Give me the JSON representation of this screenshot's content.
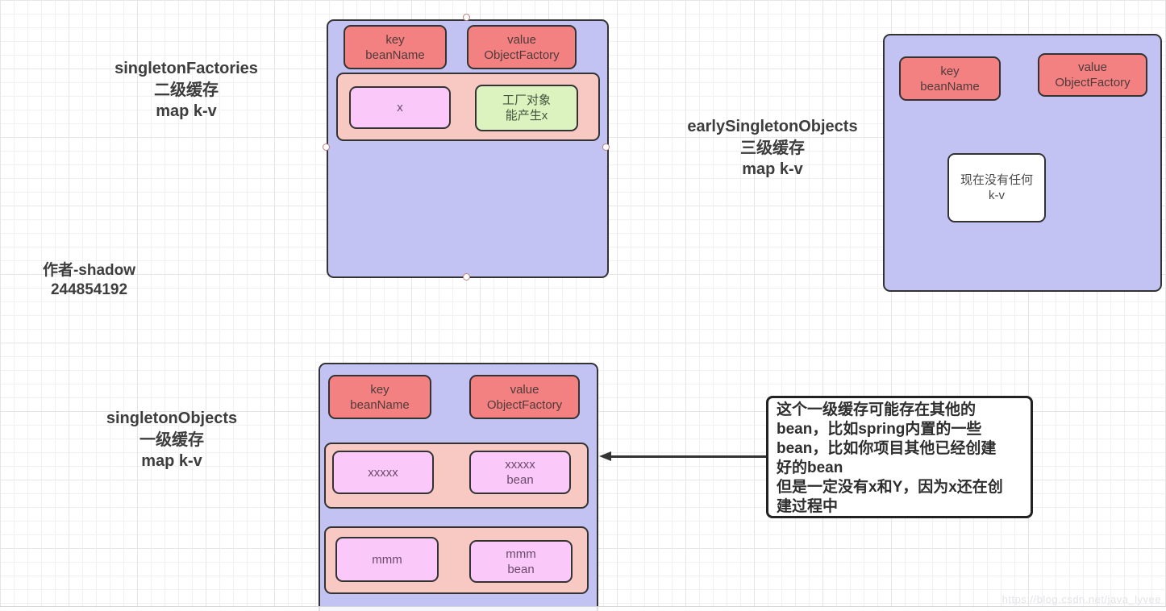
{
  "labels": {
    "factories": "singletonFactories\n二级缓存\nmap k-v",
    "author": "作者-shadow\n244854192",
    "early": "earlySingletonObjects\n三级缓存\nmap k-v",
    "objects": "singletonObjects\n一级缓存\nmap k-v"
  },
  "containers": {
    "singleton_factories": {
      "key": "key\nbeanName",
      "value": "value\nObjectFactory",
      "entry": {
        "key": "x",
        "value": "工厂对象\n能产生x"
      }
    },
    "early_singleton_objects": {
      "key": "key\nbeanName",
      "value": "value\nObjectFactory",
      "empty_note": "现在没有任何\nk-v"
    },
    "singleton_objects": {
      "key": "key\nbeanName",
      "value": "value\nObjectFactory",
      "entries": [
        {
          "key": "xxxxx",
          "value": "xxxxx\nbean"
        },
        {
          "key": "mmm",
          "value": "mmm\nbean"
        }
      ]
    }
  },
  "annotation": "这个一级缓存可能存在其他的\nbean，比如spring内置的一些\nbean，比如你项目其他已经创建\n好的bean\n但是一定没有x和Y，因为x还在创\n建过程中",
  "watermark": "https://blog.csdn.net/java_lyvee",
  "colors": {
    "container_fill": "#c2c3f2",
    "header_box_fill": "#f48181",
    "entry_row_fill": "#f8c8c3",
    "entry_box_fill": "#fac8f9",
    "factory_box_fill": "#ddf3bf",
    "empty_box_fill": "#ffffff",
    "border": "#333333",
    "selection_handle_border": "#bb8080"
  }
}
